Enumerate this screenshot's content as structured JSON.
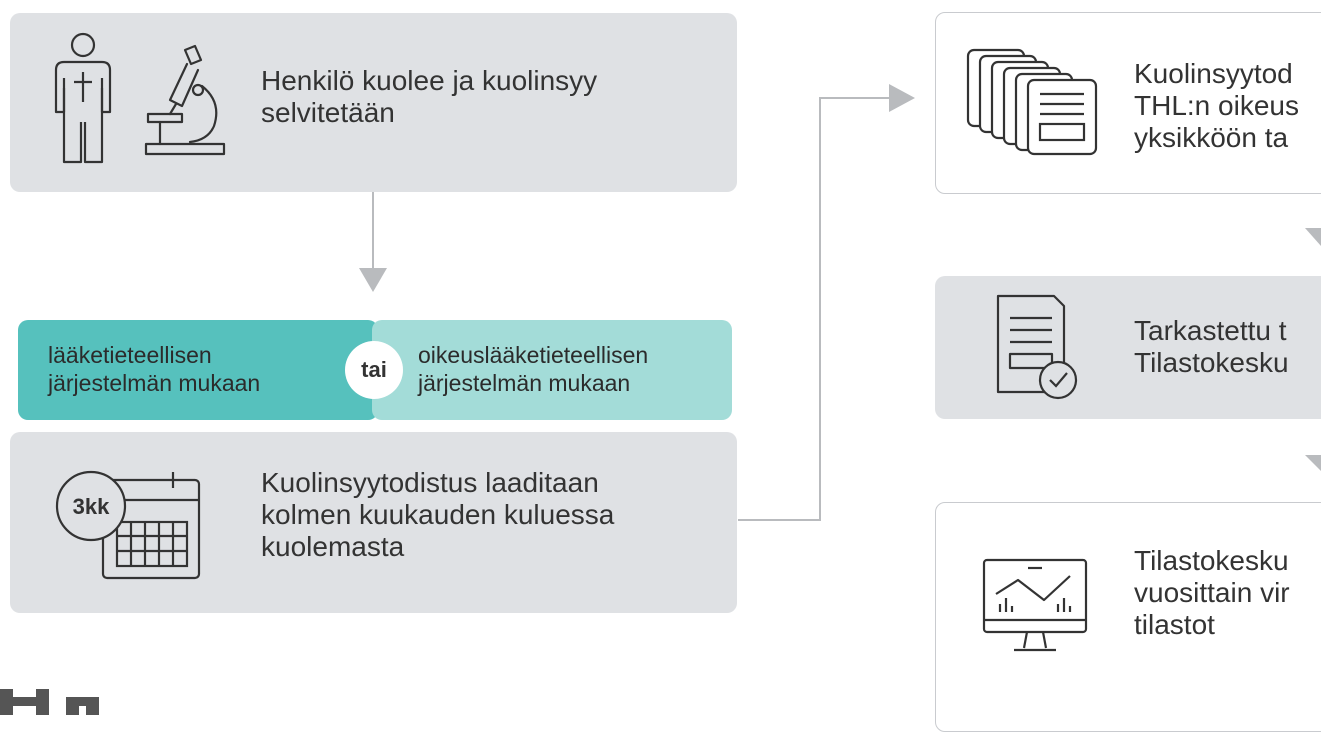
{
  "steps": {
    "death": {
      "line1": "Henkilö kuolee ja kuolinsyy",
      "line2": "selvitetään"
    },
    "medical": {
      "line1": "lääketieteellisen",
      "line2": "järjestelmän mukaan"
    },
    "or_label": "tai",
    "forensic": {
      "line1": "oikeuslääketieteellisen",
      "line2": "järjestelmän mukaan"
    },
    "certificate": {
      "badge": "3kk",
      "line1": "Kuolinsyytodistus laaditaan",
      "line2": "kolmen kuukauden kuluessa",
      "line3": "kuolemasta"
    },
    "thl": {
      "line1": "Kuolinsyytod",
      "line2": "THL:n oikeus",
      "line3": "yksikköön ta"
    },
    "checked": {
      "line1": "Tarkastettu t",
      "line2": "Tilastokesku"
    },
    "statistics": {
      "line1": "Tilastokesku",
      "line2": "vuosittain vir",
      "line3": "tilastot"
    }
  },
  "colors": {
    "box_grey": "#dfe1e4",
    "teal_dark": "#56c1bd",
    "teal_light": "#a3dcd8",
    "connector": "#b9bbbe"
  },
  "icons": [
    "person-cross-icon",
    "microscope-icon",
    "calendar-3kk-icon",
    "documents-stack-icon",
    "document-check-icon",
    "monitor-chart-icon",
    "thl-logo"
  ]
}
